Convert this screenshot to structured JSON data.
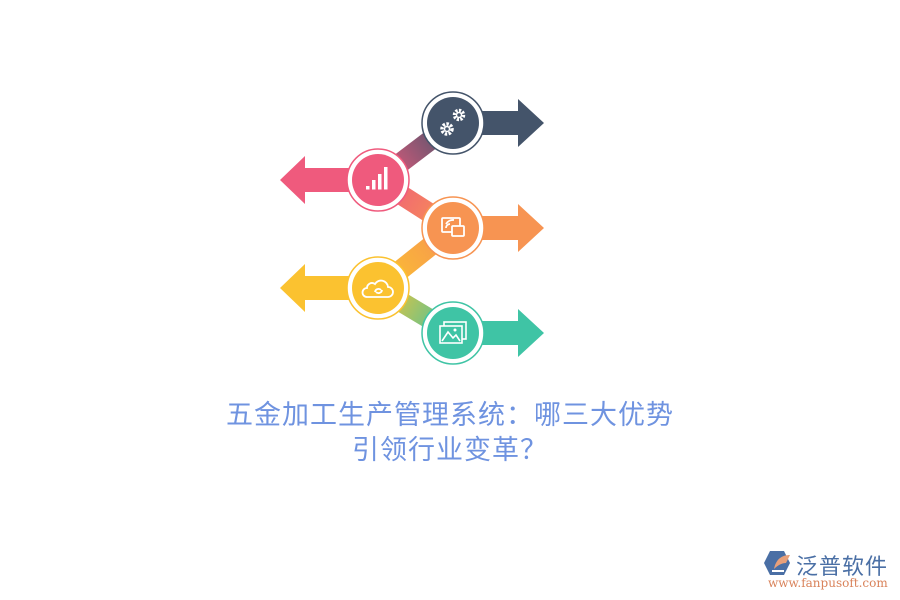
{
  "infographic": {
    "steps": [
      {
        "icon": "gears-icon",
        "color": "#44546a",
        "direction": "right"
      },
      {
        "icon": "bar-chart-icon",
        "color": "#ef5a7d",
        "direction": "left"
      },
      {
        "icon": "screen-cast-icon",
        "color": "#f79452",
        "direction": "right"
      },
      {
        "icon": "cloud-sync-icon",
        "color": "#fbc230",
        "direction": "left"
      },
      {
        "icon": "image-gallery-icon",
        "color": "#3fc4a5",
        "direction": "right"
      }
    ]
  },
  "title": {
    "line1": "五金加工生产管理系统：哪三大优势",
    "line2": "引领行业变革？",
    "color": "#6f93e0"
  },
  "logo": {
    "name": "泛普软件",
    "url": "www.fanpusoft.com"
  }
}
